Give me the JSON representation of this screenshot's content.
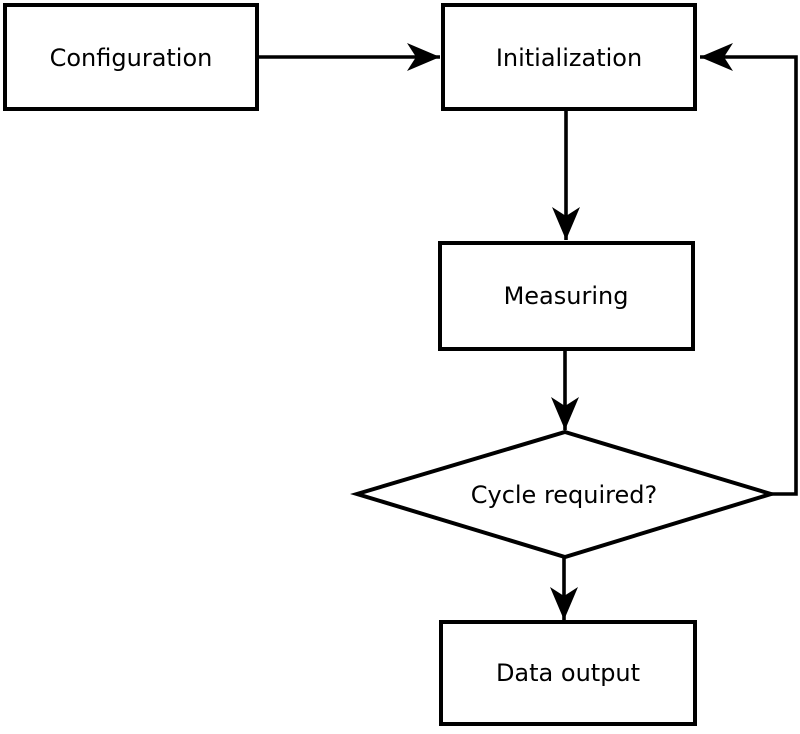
{
  "diagram": {
    "type": "flowchart",
    "colors": {
      "background": "#ffffff",
      "shape_stroke": "#000000",
      "edge_stroke": "#000000",
      "text": "#000000"
    },
    "nodes": [
      {
        "id": "configuration",
        "shape": "rect",
        "label": "Configuration"
      },
      {
        "id": "initialization",
        "shape": "rect",
        "label": "Initialization"
      },
      {
        "id": "measuring",
        "shape": "rect",
        "label": "Measuring"
      },
      {
        "id": "cycle-required",
        "shape": "diamond",
        "label": "Cycle required?"
      },
      {
        "id": "data-output",
        "shape": "rect",
        "label": "Data output"
      }
    ],
    "edges": [
      {
        "from": "configuration",
        "to": "initialization",
        "style": "arrow"
      },
      {
        "from": "initialization",
        "to": "measuring",
        "style": "arrow"
      },
      {
        "from": "measuring",
        "to": "cycle-required",
        "style": "arrow"
      },
      {
        "from": "cycle-required",
        "to": "data-output",
        "style": "arrow"
      },
      {
        "from": "cycle-required",
        "to": "initialization",
        "style": "arrow",
        "note": "feedback loop along right side"
      }
    ]
  }
}
